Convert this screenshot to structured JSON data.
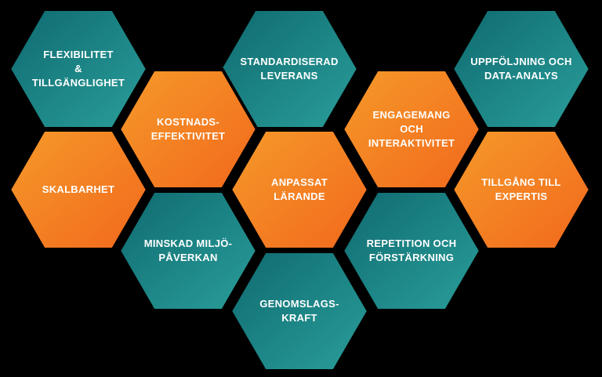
{
  "colors": {
    "background": "#000000",
    "teal_light": "#2a9e9a",
    "teal_dark": "#0f6a70",
    "orange_light": "#f59a2a",
    "orange_dark": "#f2681c",
    "text": "#ffffff"
  },
  "hexagons": [
    {
      "id": "flexibilitet",
      "label": "FLEXIBILITET\n&\nTILLGÄNGLIGHET",
      "color": "teal"
    },
    {
      "id": "standardiserad",
      "label": "STANDARDISERAD\nLEVERANS",
      "color": "teal"
    },
    {
      "id": "uppfoljning",
      "label": "UPPFÖLJNING OCH\nDATA-ANALYS",
      "color": "teal"
    },
    {
      "id": "kostnads",
      "label": "KOSTNADS-\nEFFEKTIVITET",
      "color": "orange"
    },
    {
      "id": "engagemang",
      "label": "ENGAGEMANG\nOCH\nINTERAKTIVITET",
      "color": "orange"
    },
    {
      "id": "skalbarhet",
      "label": "SKALBARHET",
      "color": "orange"
    },
    {
      "id": "anpassat",
      "label": "ANPASSAT\nLÄRANDE",
      "color": "orange"
    },
    {
      "id": "expertis",
      "label": "TILLGÅNG TILL\nEXPERTIS",
      "color": "orange"
    },
    {
      "id": "miljo",
      "label": "MINSKAD MILJÖ-\nPÅVERKAN",
      "color": "teal"
    },
    {
      "id": "repetition",
      "label": "REPETITION OCH\nFÖRSTÄRKNING",
      "color": "teal"
    },
    {
      "id": "genomslag",
      "label": "GENOMSLAGS-\nKRAFT",
      "color": "teal"
    }
  ]
}
